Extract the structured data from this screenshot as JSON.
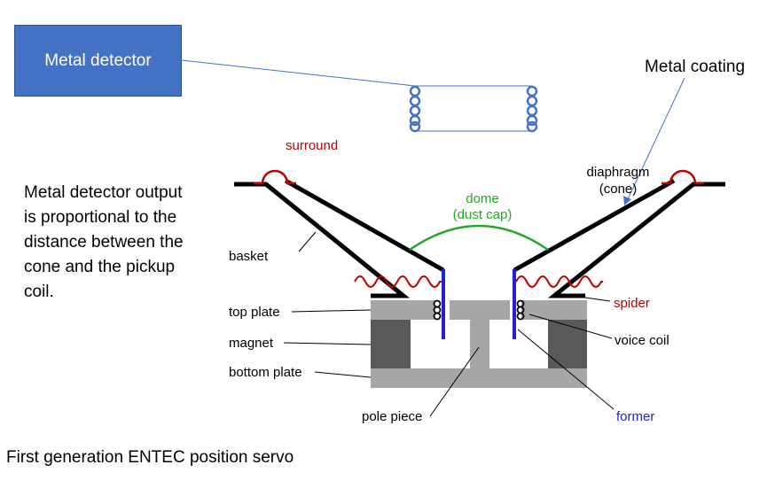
{
  "metal_detector_box": {
    "label": "Metal detector"
  },
  "metal_coating_label": "Metal coating",
  "side_note": "Metal detector output is proportional to the distance between the cone and the pickup coil.",
  "caption": "First generation ENTEC position servo",
  "speaker_labels": {
    "surround": "surround",
    "dome_line1": "dome",
    "dome_line2": "(dust cap)",
    "diaphragm_line1": "diaphragm",
    "diaphragm_line2": "(cone)",
    "basket": "basket",
    "top_plate": "top plate",
    "magnet": "magnet",
    "bottom_plate": "bottom plate",
    "pole_piece": "pole piece",
    "spider": "spider",
    "voice_coil": "voice coil",
    "former": "former"
  },
  "colors": {
    "detector_box": "#4472c4",
    "surround": "#c00000",
    "spider": "#c00000",
    "dome": "#22aa22",
    "former": "#2222cc",
    "plates": "#a6a6a6",
    "magnet": "#595959"
  }
}
